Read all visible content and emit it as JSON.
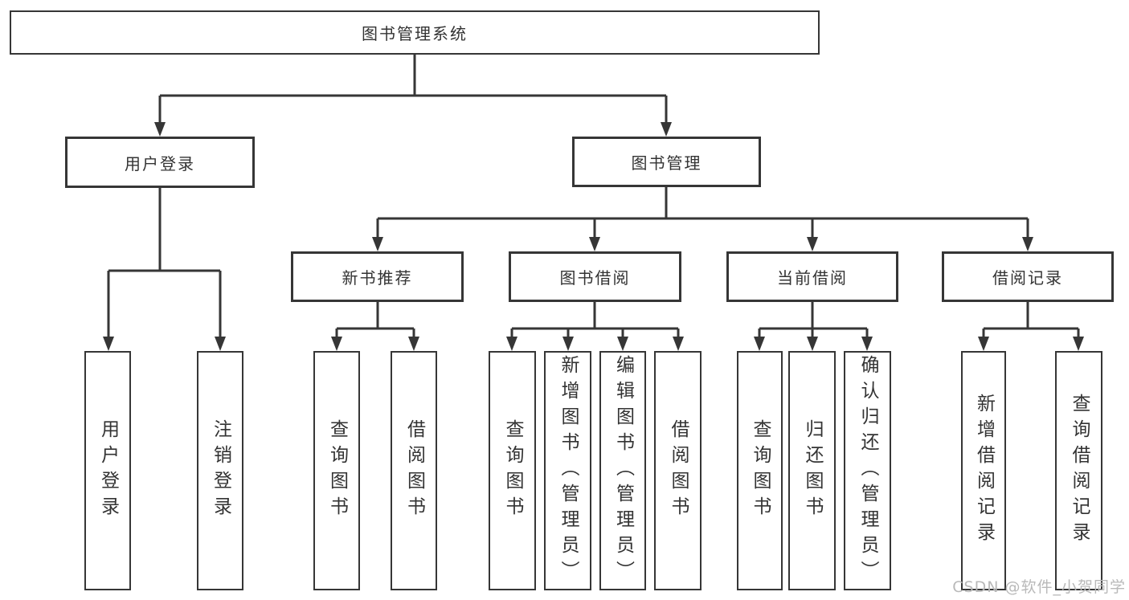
{
  "diagram": {
    "root": {
      "label": "图书管理系统"
    },
    "user_login": {
      "label": "用户登录",
      "leaves": [
        "用户登录",
        "注销登录"
      ]
    },
    "book_mgmt": {
      "label": "图书管理",
      "sections": [
        {
          "label": "新书推荐",
          "leaves": [
            "查询图书",
            "借阅图书"
          ]
        },
        {
          "label": "图书借阅",
          "leaves": [
            "查询图书",
            "新增图书（管理员）",
            "编辑图书（管理员）",
            "借阅图书"
          ]
        },
        {
          "label": "当前借阅",
          "leaves": [
            "查询图书",
            "归还图书",
            "确认归还（管理员）"
          ]
        },
        {
          "label": "借阅记录",
          "leaves": [
            "新增借阅记录",
            "查询借阅记录"
          ]
        }
      ]
    },
    "colors": {
      "line": "#363636",
      "box_border": "#363636",
      "box_fill": "#ffffff",
      "text": "#333333"
    }
  },
  "watermark": {
    "text": "CSDN @软件_小贺同学",
    "color": "#b9b9b9"
  }
}
